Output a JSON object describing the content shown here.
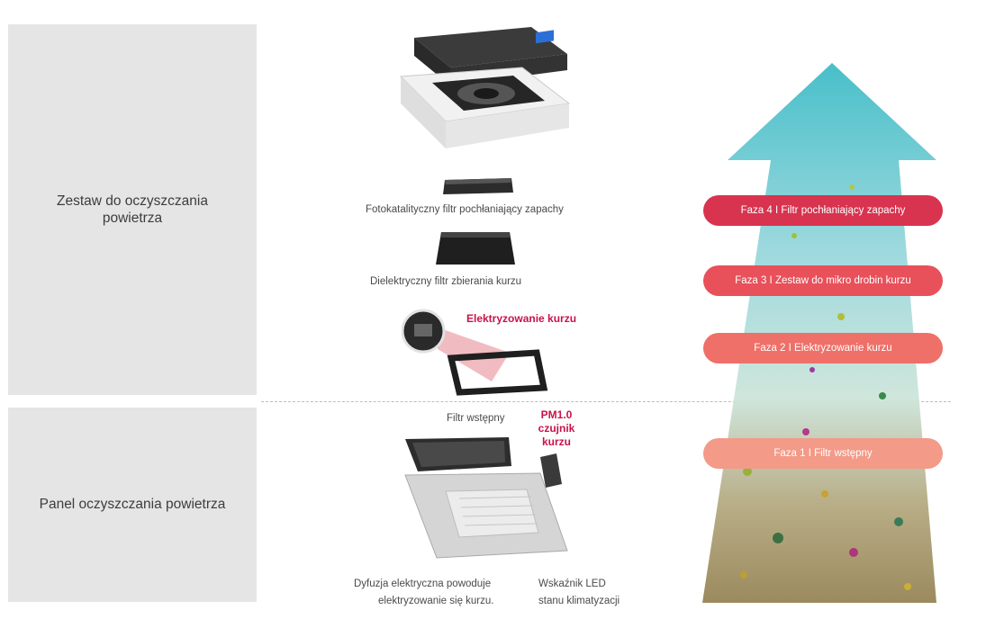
{
  "categories": {
    "top": "Zestaw do oczyszczania powietrza",
    "bottom": "Panel oczyszczania powietrza"
  },
  "components": {
    "photocatalytic_filter": "Fotokatalityczny filtr pochłaniający zapachy",
    "dielectric_filter": "Dielektryczny filtr zbierania kurzu",
    "dust_charging": "Elektryzowanie kurzu",
    "pre_filter": "Filtr wstępny",
    "pm_sensor_line1": "PM1.0",
    "pm_sensor_line2": "czujnik",
    "pm_sensor_line3": "kurzu",
    "diffusion_line1": "Dyfuzja elektryczna powoduje",
    "diffusion_line2": "elektryzowanie się kurzu.",
    "led_line1": "Wskaźnik LED",
    "led_line2": "stanu klimatyzacji"
  },
  "phases": [
    {
      "label": "Faza 4  I  Filtr pochłaniający zapachy",
      "color": "#d8334f"
    },
    {
      "label": "Faza 3  I  Zestaw do mikro drobin kurzu",
      "color": "#e8505a"
    },
    {
      "label": "Faza 2  I  Elektryzowanie kurzu",
      "color": "#ee7068"
    },
    {
      "label": "Faza 1  I  Filtr wstępny",
      "color": "#f39a88"
    }
  ],
  "colors": {
    "accent": "#c8124a",
    "panel_bg": "#e5e5e5",
    "arrow_top": "#5cc4cc",
    "arrow_bottom": "#a09068"
  }
}
